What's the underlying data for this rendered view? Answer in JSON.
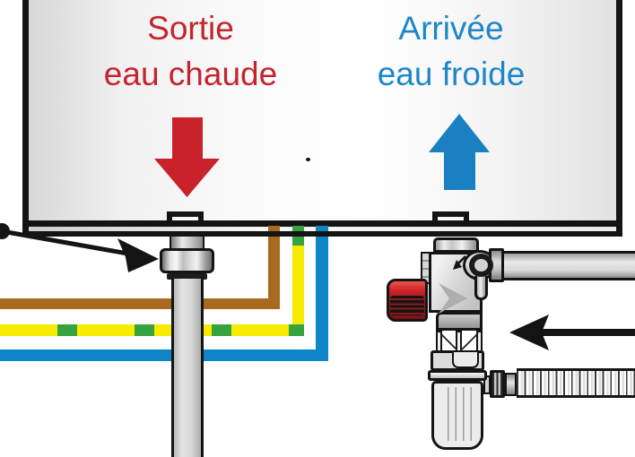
{
  "labels": {
    "hot_outlet_line1": "Sortie",
    "hot_outlet_line2": "eau chaude",
    "cold_inlet_line1": "Arrivée",
    "cold_inlet_line2": "eau froide"
  },
  "colors": {
    "hot_label_red": "#c5242f",
    "hot_arrow_red": "#c9222b",
    "cold_label_blue": "#1e87c9",
    "cold_arrow_blue": "#1a80c2",
    "wire_brown": "#a9691e",
    "wire_yellow": "#f7eb00",
    "wire_green": "#36a33f",
    "wire_blue": "#0e85c6",
    "valve_knob_red": "#cf2028",
    "pipe_gray": "#d6d6d6",
    "outline_black": "#141414"
  },
  "icons": {
    "hot_flow_arrow": "arrow-down",
    "cold_flow_arrow": "arrow-up",
    "hot_connection_pointer": "arrow-diagonal-right",
    "cold_supply_pointer": "arrow-left",
    "valve_flow_mark": "arrow-down-left"
  }
}
